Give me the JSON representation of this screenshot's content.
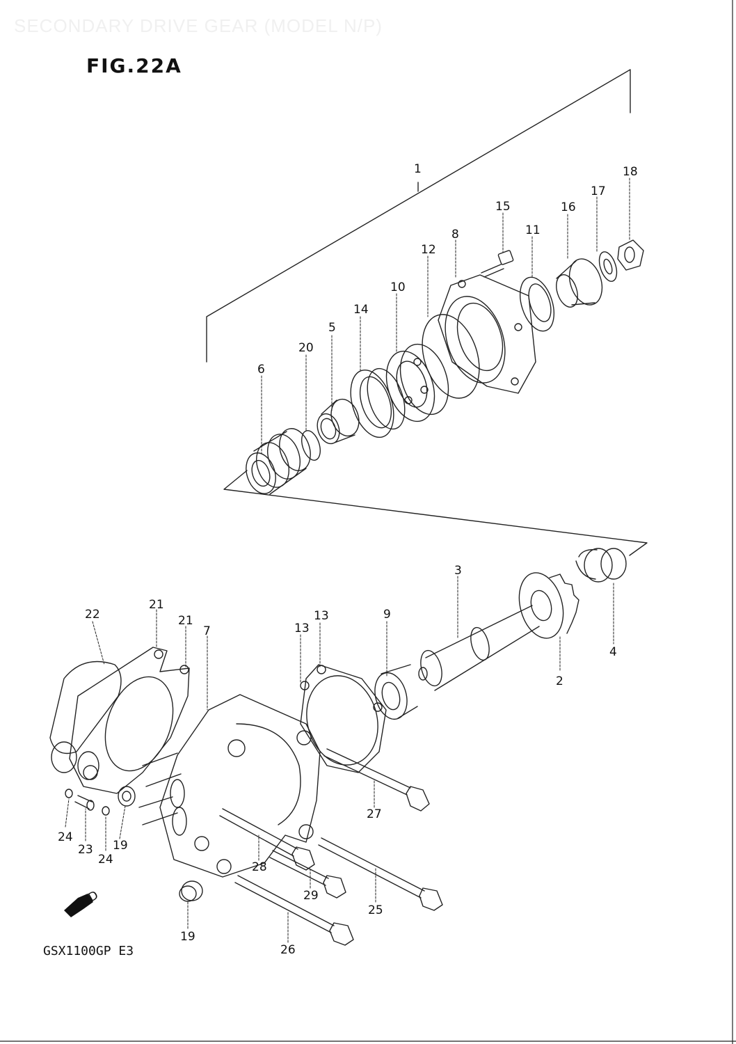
{
  "header": {
    "faint_title": "SECONDARY DRIVE GEAR (MODEL N/P)",
    "figure_title": "FIG.22A"
  },
  "footer": {
    "model_code": "GSX1100GP E3",
    "fwd_label": "FWD"
  },
  "callouts": {
    "n1": "1",
    "n2": "2",
    "n3": "3",
    "n4": "4",
    "n5": "5",
    "n6": "6",
    "n7": "7",
    "n8": "8",
    "n9": "9",
    "n10": "10",
    "n11": "11",
    "n12": "12",
    "n13a": "13",
    "n13b": "13",
    "n14": "14",
    "n15": "15",
    "n16": "16",
    "n17": "17",
    "n18": "18",
    "n19a": "19",
    "n19b": "19",
    "n20": "20",
    "n21a": "21",
    "n21b": "21",
    "n22": "22",
    "n23": "23",
    "n24a": "24",
    "n24b": "24",
    "n25": "25",
    "n26": "26",
    "n27": "27",
    "n28": "28",
    "n29": "29"
  },
  "colors": {
    "line": "#222222",
    "paper": "#ffffff"
  }
}
